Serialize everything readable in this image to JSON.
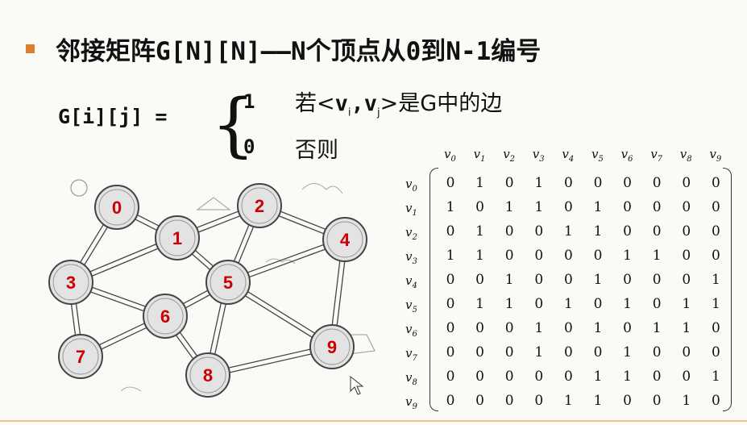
{
  "title": "邻接矩阵G[N][N]——N个顶点从0到N-1编号",
  "formula": {
    "lhs": "G[i][j] =",
    "case1_value": "1",
    "case1_desc_pre": "若<",
    "case1_v1": "v",
    "case1_sub1": "i",
    "case1_comma": ",",
    "case1_v2": "v",
    "case1_sub2": "j",
    "case1_desc_post": ">是G中的边",
    "case0_value": "0",
    "case0_desc": "否则"
  },
  "graph": {
    "nodes": [
      "0",
      "1",
      "2",
      "3",
      "4",
      "5",
      "6",
      "7",
      "8",
      "9"
    ],
    "edges": [
      [
        0,
        1
      ],
      [
        0,
        3
      ],
      [
        1,
        2
      ],
      [
        1,
        3
      ],
      [
        1,
        5
      ],
      [
        2,
        4
      ],
      [
        2,
        5
      ],
      [
        3,
        6
      ],
      [
        3,
        7
      ],
      [
        4,
        5
      ],
      [
        4,
        9
      ],
      [
        5,
        6
      ],
      [
        5,
        8
      ],
      [
        6,
        8
      ],
      [
        6,
        7
      ],
      [
        8,
        9
      ],
      [
        5,
        9
      ]
    ],
    "node_color": "#cc0000"
  },
  "matrix": {
    "headers": [
      "v0",
      "v1",
      "v2",
      "v3",
      "v4",
      "v5",
      "v6",
      "v7",
      "v8",
      "v9"
    ],
    "rows": [
      [
        0,
        1,
        0,
        1,
        0,
        0,
        0,
        0,
        0,
        0
      ],
      [
        1,
        0,
        1,
        1,
        0,
        1,
        0,
        0,
        0,
        0
      ],
      [
        0,
        1,
        0,
        0,
        1,
        1,
        0,
        0,
        0,
        0
      ],
      [
        1,
        1,
        0,
        0,
        0,
        0,
        1,
        1,
        0,
        0
      ],
      [
        0,
        0,
        1,
        0,
        0,
        1,
        0,
        0,
        0,
        1
      ],
      [
        0,
        1,
        1,
        0,
        1,
        0,
        1,
        0,
        1,
        1
      ],
      [
        0,
        0,
        0,
        1,
        0,
        1,
        0,
        1,
        1,
        0
      ],
      [
        0,
        0,
        0,
        1,
        0,
        0,
        1,
        0,
        0,
        0
      ],
      [
        0,
        0,
        0,
        0,
        0,
        1,
        1,
        0,
        0,
        1
      ],
      [
        0,
        0,
        0,
        0,
        1,
        1,
        0,
        0,
        1,
        0
      ]
    ]
  },
  "colors": {
    "bullet": "#d9802a",
    "accent_line": "#e8c98a"
  }
}
